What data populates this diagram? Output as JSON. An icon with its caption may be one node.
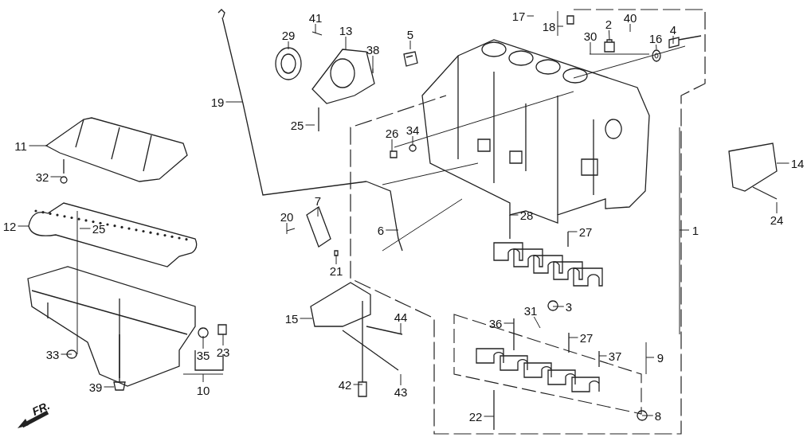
{
  "diagram": {
    "nodes": [
      {
        "text": [
          "29"
        ]
      },
      {
        "text": [
          "41"
        ]
      },
      {
        "text": [
          "13"
        ]
      },
      {
        "text": [
          "38"
        ]
      },
      {
        "text": [
          "5"
        ]
      },
      {
        "text": [
          "19"
        ]
      },
      {
        "text": [
          "25"
        ]
      },
      {
        "text": [
          "11"
        ]
      },
      {
        "text": [
          "32"
        ]
      },
      {
        "text": [
          "12"
        ]
      },
      {
        "text": [
          "25"
        ]
      },
      {
        "text": [
          "33"
        ]
      },
      {
        "text": [
          "39"
        ]
      },
      {
        "text": [
          "35"
        ]
      },
      {
        "text": [
          "23"
        ]
      },
      {
        "text": [
          "20"
        ]
      },
      {
        "text": [
          "7"
        ]
      },
      {
        "text": [
          "21"
        ]
      },
      {
        "text": [
          "6"
        ]
      },
      {
        "text": [
          "15"
        ]
      },
      {
        "text": [
          "44"
        ]
      },
      {
        "text": [
          "42"
        ]
      },
      {
        "text": [
          "43"
        ]
      },
      {
        "text": [
          "26"
        ]
      },
      {
        "text": [
          "34"
        ]
      },
      {
        "text": [
          "17"
        ]
      },
      {
        "text": [
          "18"
        ]
      },
      {
        "text": [
          "30"
        ]
      },
      {
        "text": [
          "2"
        ]
      },
      {
        "text": [
          "40"
        ]
      },
      {
        "text": [
          "16"
        ]
      },
      {
        "text": [
          "4"
        ]
      },
      {
        "text": [
          "14"
        ]
      },
      {
        "text": [
          "24"
        ]
      },
      {
        "text": [
          "28"
        ]
      },
      {
        "text": [
          "27"
        ]
      },
      {
        "text": [
          "3"
        ]
      },
      {
        "text": [
          "31"
        ]
      },
      {
        "text": [
          "36"
        ]
      },
      {
        "text": [
          "27"
        ]
      },
      {
        "text": [
          "37"
        ]
      },
      {
        "text": [
          "22"
        ]
      },
      {
        "text": [
          "8"
        ]
      },
      {
        "text": [],
        "shape": "picture"
      },
      {
        "text": [],
        "shape": "picture"
      }
    ],
    "edges": [
      {
        "from": 0,
        "to": null,
        "arrow": "none"
      },
      {
        "from": 1,
        "to": null,
        "arrow": "none"
      },
      {
        "from": 2,
        "to": null,
        "arrow": "none"
      },
      {
        "from": 3,
        "to": null,
        "arrow": "none"
      },
      {
        "from": 4,
        "to": null,
        "arrow": "none"
      },
      {
        "from": 5,
        "to": null,
        "arrow": "none"
      },
      {
        "from": 6,
        "to": null,
        "arrow": "none"
      },
      {
        "from": 7,
        "to": null,
        "arrow": "none"
      },
      {
        "from": 8,
        "to": null,
        "arrow": "none"
      },
      {
        "from": 9,
        "to": null,
        "arrow": "none"
      },
      {
        "from": 10,
        "to": null,
        "arrow": "none"
      },
      {
        "from": 11,
        "to": null,
        "arrow": "none"
      },
      {
        "from": 12,
        "to": null,
        "arrow": "none"
      },
      {
        "from": 13,
        "to": null,
        "arrow": "none"
      },
      {
        "from": 14,
        "to": null,
        "arrow": "none"
      },
      {
        "from": 15,
        "to": null,
        "arrow": "none"
      },
      {
        "from": 16,
        "to": null,
        "arrow": "none"
      },
      {
        "from": 17,
        "to": null,
        "arrow": "none"
      },
      {
        "from": 18,
        "to": null,
        "arrow": "none"
      },
      {
        "from": 19,
        "to": null,
        "arrow": "none"
      },
      {
        "from": 20,
        "to": null,
        "arrow": "none"
      },
      {
        "from": 21,
        "to": null,
        "arrow": "none"
      },
      {
        "from": 22,
        "to": null,
        "arrow": "none"
      },
      {
        "from": 23,
        "to": null,
        "arrow": "none"
      },
      {
        "from": 24,
        "to": null,
        "arrow": "none"
      },
      {
        "from": 25,
        "to": null,
        "arrow": "none"
      },
      {
        "from": 26,
        "to": null,
        "arrow": "none"
      },
      {
        "from": 27,
        "to": null,
        "arrow": "none"
      },
      {
        "from": 28,
        "to": 43,
        "arrow": "none"
      },
      {
        "from": 29,
        "to": null,
        "arrow": "none"
      },
      {
        "from": 30,
        "to": 44,
        "arrow": "none"
      },
      {
        "from": 31,
        "to": null,
        "arrow": "none"
      },
      {
        "from": 32,
        "to": null,
        "arrow": "none"
      },
      {
        "from": 33,
        "to": null,
        "arrow": "none"
      },
      {
        "from": 34,
        "to": null,
        "arrow": "none"
      },
      {
        "from": 35,
        "to": null,
        "arrow": "none"
      },
      {
        "from": 36,
        "to": null,
        "arrow": "none"
      },
      {
        "from": 37,
        "to": null,
        "arrow": "none"
      },
      {
        "from": 38,
        "to": null,
        "arrow": "none"
      },
      {
        "from": 39,
        "to": null,
        "arrow": "none"
      },
      {
        "from": 40,
        "to": null,
        "arrow": "none"
      },
      {
        "from": 41,
        "to": null,
        "arrow": "none"
      },
      {
        "from": 42,
        "to": null,
        "arrow": "none"
      }
    ],
    "labels": [
      "1",
      "9",
      "10",
      "FR."
    ]
  }
}
